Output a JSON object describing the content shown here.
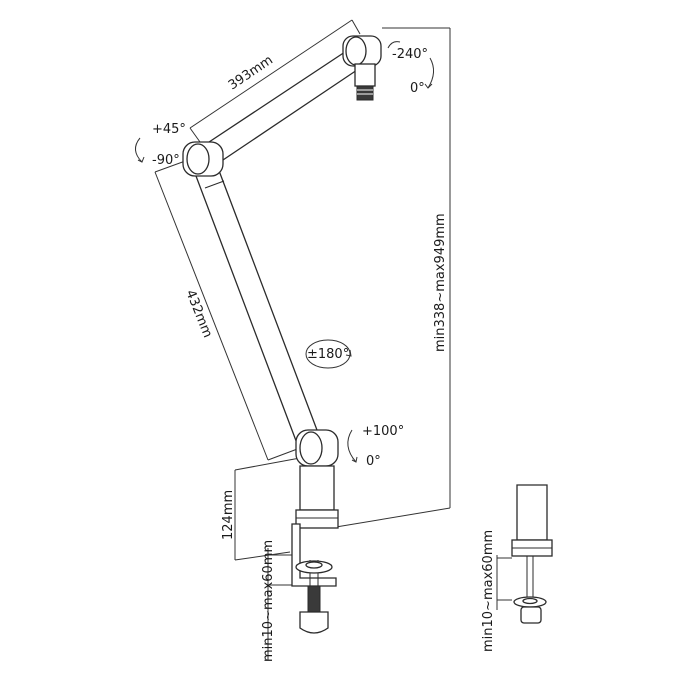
{
  "dimensions": {
    "upper_arm": "393mm",
    "lower_arm": "432mm",
    "base_height": "124mm",
    "clamp_range": "min10~max60mm",
    "height_range": "min338~max949mm",
    "detail_clamp_range": "min10~max60mm"
  },
  "angles": {
    "top_plus": "-240°",
    "top_zero": "0°",
    "elbow_plus": "+45°",
    "elbow_minus": "-90°",
    "lower_arm_rotation": "±180°",
    "base_plus": "+100°",
    "base_zero": "0°"
  },
  "colors": {
    "line": "#2b2b2b",
    "text": "#1a1a1a"
  }
}
